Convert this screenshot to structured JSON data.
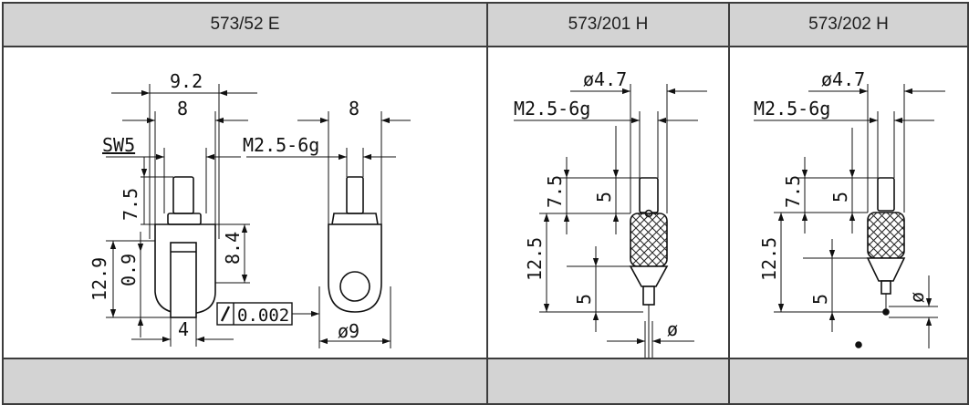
{
  "table": {
    "columns": [
      {
        "name": "573/52 E"
      },
      {
        "name": "573/201 H"
      },
      {
        "name": "573/202 H"
      }
    ]
  },
  "drawing_52e": {
    "dims": {
      "overall_width": "9.2",
      "width_8_front": "8",
      "wrench_size": "SW5",
      "thread_length": "7.5",
      "height_total": "12.9",
      "gap": "0.9",
      "bottom_width": "4",
      "width_8_side": "8",
      "thread": "M2.5-6g",
      "side_height": "8.4",
      "tolerance_value": "0.002",
      "ball_diameter": "ø9"
    }
  },
  "drawing_201h": {
    "dims": {
      "diameter_top": "ø4.7",
      "thread": "M2.5-6g",
      "thread_length": "7.5",
      "length_5_upper": "5",
      "length_12_5": "12.5",
      "length_5_lower": "5",
      "tip_diameter": "ø"
    }
  },
  "drawing_202h": {
    "dims": {
      "diameter_top": "ø4.7",
      "thread": "M2.5-6g",
      "thread_length": "7.5",
      "length_5_upper": "5",
      "length_12_5": "12.5",
      "length_5_lower": "5",
      "tip_diameter": "ø"
    }
  }
}
